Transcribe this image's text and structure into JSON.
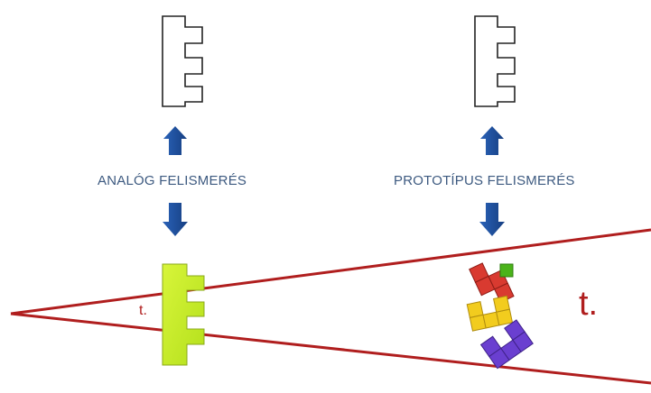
{
  "labels": {
    "analog": "ANALÓG FELISMERÉS",
    "prototype": "PROTOTÍPUS FELISMERÉS",
    "t_small": "t.",
    "t_large": "t."
  },
  "colors": {
    "arrow": "#1c4e9b",
    "label": "#3d5a80",
    "cone_line": "#b01e1e",
    "analog_shape_fill": "#c8f02a",
    "outline_shape_stroke": "#222222",
    "block_red": "#d93a30",
    "block_green": "#4bb31a",
    "block_yellow": "#f2cc1e",
    "block_purple": "#6a3fd0"
  },
  "icons": {
    "top_shapes": "comb-outline-icon",
    "arrows": "block-arrow-icon",
    "analog_object": "lime-comb-shape",
    "prototype_object": "tetromino-stack"
  }
}
